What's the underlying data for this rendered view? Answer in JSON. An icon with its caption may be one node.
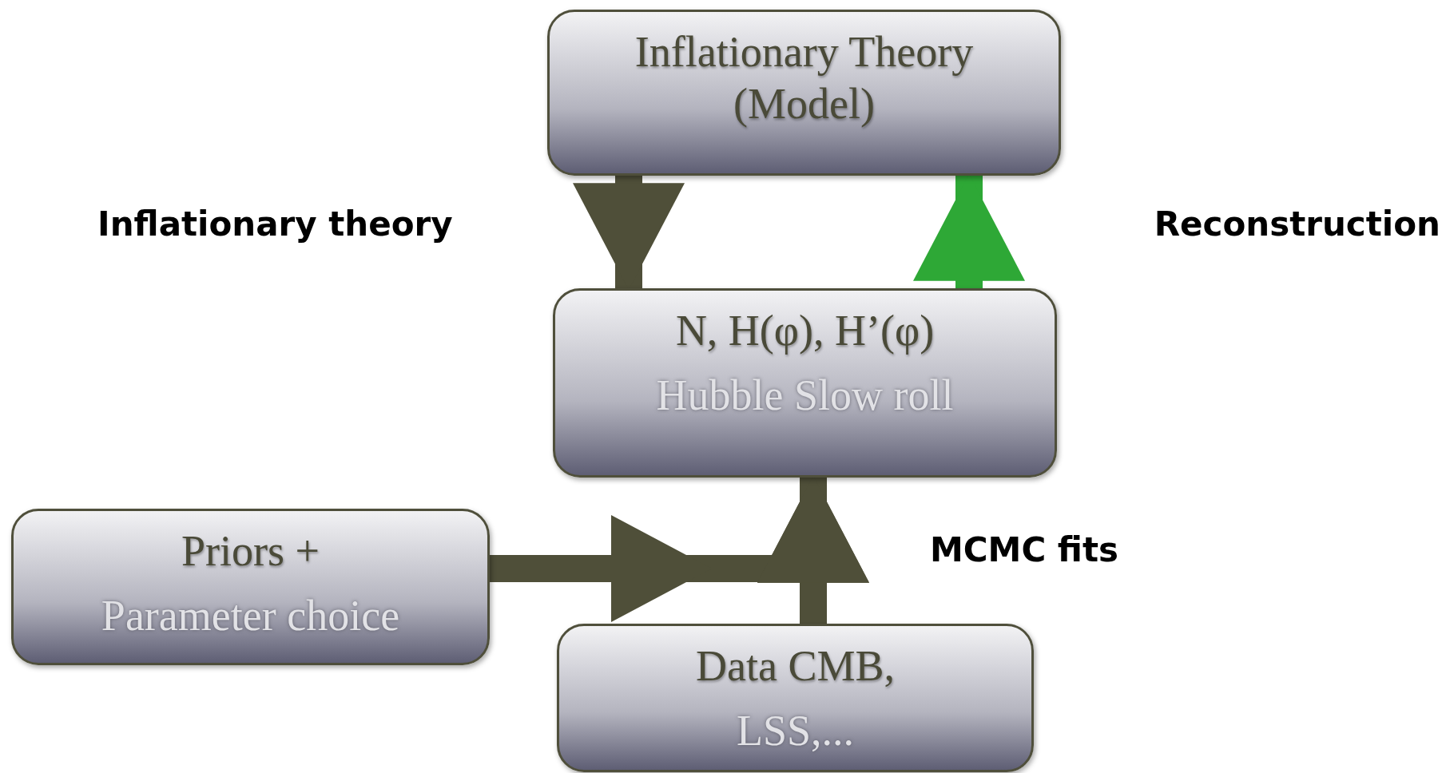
{
  "diagram": {
    "nodes": [
      {
        "text": [
          "Inflationary Theory (Model)"
        ]
      },
      {
        "text": [
          "N, H(φ), H’(φ)",
          "Hubble Slow roll"
        ]
      },
      {
        "text": [
          "Priors +",
          "Parameter choice"
        ]
      },
      {
        "text": [
          "Data CMB,",
          "LSS,..."
        ]
      }
    ],
    "edges": [
      {
        "from": 0,
        "to": 1,
        "arrow": "to"
      },
      {
        "from": 1,
        "to": 0,
        "arrow": "to",
        "color": "#2ea836"
      },
      {
        "from": 2,
        "to": 1,
        "arrow": "to"
      },
      {
        "from": 3,
        "to": 1,
        "arrow": "to"
      }
    ],
    "labels": [
      "Inflationary theory",
      "Reconstruction",
      "MCMC fits"
    ]
  }
}
